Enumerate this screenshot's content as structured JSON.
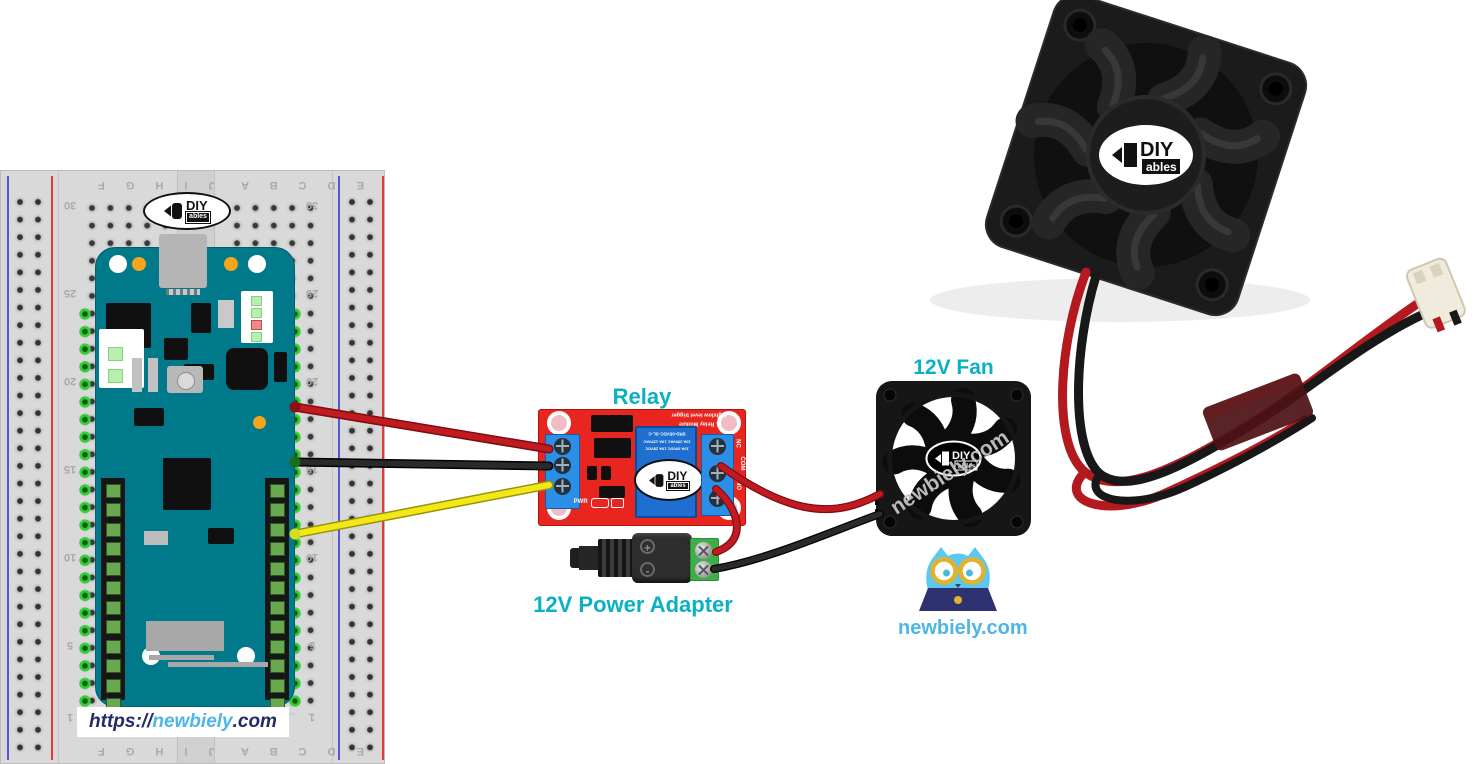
{
  "labels": {
    "relay": "Relay",
    "fan": "12V Fan",
    "power_adapter": "12V Power Adapter"
  },
  "branding": {
    "board_url_prefix": "https://",
    "board_url_name": "newbiely",
    "board_url_tld": ".com",
    "owl_caption": "newbiely.com",
    "fan_watermark": "newbiely.com",
    "logo_diy": "DIY",
    "logo_ables": "ables"
  },
  "breadboard": {
    "letters_left": "J I H G F",
    "letters_right": "E D C B A",
    "row_numbers": [
      "30",
      "25",
      "20",
      "15",
      "10",
      "5",
      "1"
    ]
  },
  "relay_module": {
    "header_line1": "1 Relay Module",
    "header_line2": "high/low level trigger",
    "relay_part": "SRD-05VDC-SL-C",
    "relay_specs_line1": "10A 250VAC  10A 125VAC",
    "relay_specs_line2": "10A 30VDC   10A 28VDC",
    "terminal_nc": "NC",
    "terminal_com": "COM",
    "terminal_no": "NO",
    "pwr": "PWR"
  },
  "adapter": {
    "plus": "+",
    "minus": "-"
  },
  "colors": {
    "accent_cyan": "#0ab0c4",
    "navy": "#262a68",
    "light_blue": "#4fb5e6",
    "wire_red": "#c11a20",
    "wire_black": "#1f1f1f",
    "wire_yellow": "#f2e818",
    "relay_red": "#e8261f",
    "relay_blue": "#1e6fd0",
    "board_teal": "#00798a",
    "terminal_green": "#3fae49"
  }
}
